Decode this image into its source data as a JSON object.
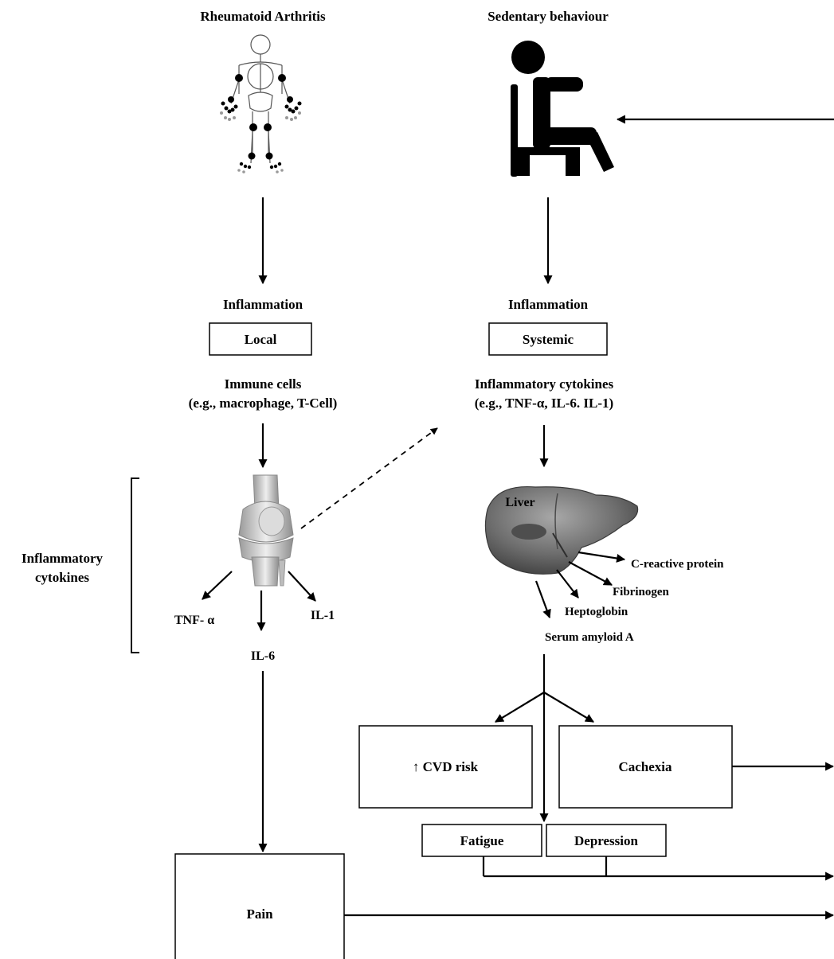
{
  "headers": {
    "left": "Rheumatoid Arthritis",
    "right": "Sedentary behaviour"
  },
  "left_column": {
    "inflammation": "Inflammation",
    "local": "Local",
    "immune_line1": "Immune cells",
    "immune_line2": "(e.g., macrophage, T-Cell)",
    "bracket_line1": "Inflammatory",
    "bracket_line2": "cytokines",
    "tnf": "TNF- α",
    "il1": "IL-1",
    "il6": "IL-6",
    "pain": "Pain"
  },
  "right_column": {
    "inflammation": "Inflammation",
    "systemic": "Systemic",
    "cytokines_line1": "Inflammatory cytokines",
    "cytokines_line2": "(e.g., TNF-α, IL-6. IL-1)",
    "liver": "Liver",
    "crp": "C-reactive protein",
    "fibrinogen": "Fibrinogen",
    "heptoglobin": "Heptoglobin",
    "saa": "Serum amyloid A",
    "cvd": "↑ CVD risk",
    "cachexia": "Cachexia",
    "fatigue": "Fatigue",
    "depression": "Depression"
  },
  "icons": [
    "skeleton-icon",
    "seated-person-icon",
    "knee-joint-icon",
    "liver-icon"
  ]
}
